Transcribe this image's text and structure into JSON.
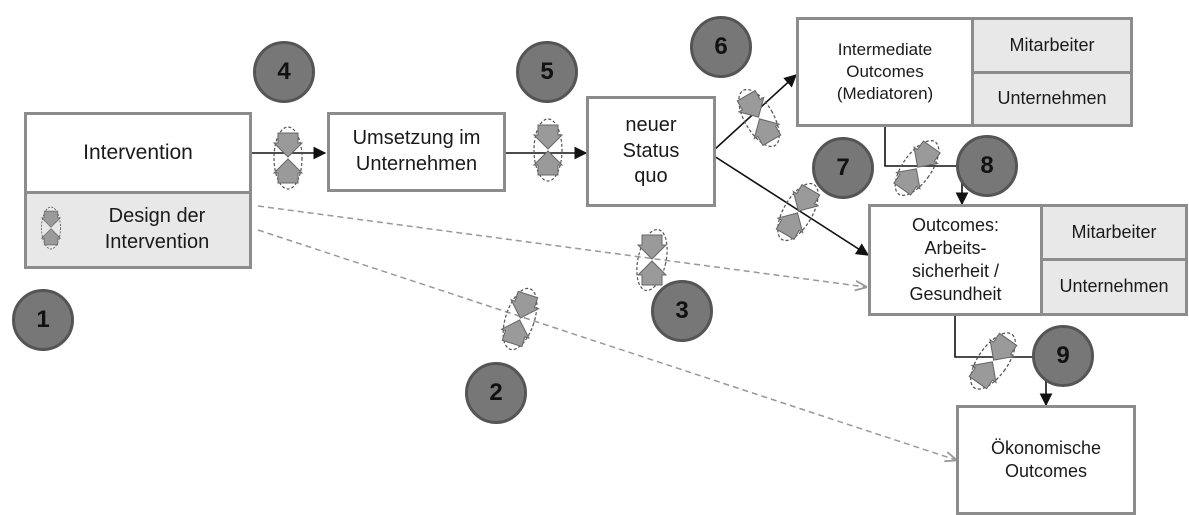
{
  "nodes": {
    "intervention": "Intervention",
    "design": "Design der\nIntervention",
    "umsetzung": "Umsetzung im\nUnternehmen",
    "status_quo": "neuer\nStatus\nquo",
    "intermediate": "Intermediate\nOutcomes\n(Mediatoren)",
    "intermediate_mitarbeiter": "Mitarbeiter",
    "intermediate_unternehmen": "Unternehmen",
    "outcomes": "Outcomes:\nArbeits-\nsicherheit /\nGesundheit",
    "outcomes_mitarbeiter": "Mitarbeiter",
    "outcomes_unternehmen": "Unternehmen",
    "oekonomische": "Ökonomische\nOutcomes"
  },
  "markers": [
    "1",
    "2",
    "3",
    "4",
    "5",
    "6",
    "7",
    "8",
    "9"
  ],
  "colors": {
    "marker_fill": "#777777",
    "box_border": "#8c8c8c",
    "grey_cell": "#e8e8e8",
    "arrow": "#8a8a8a"
  }
}
